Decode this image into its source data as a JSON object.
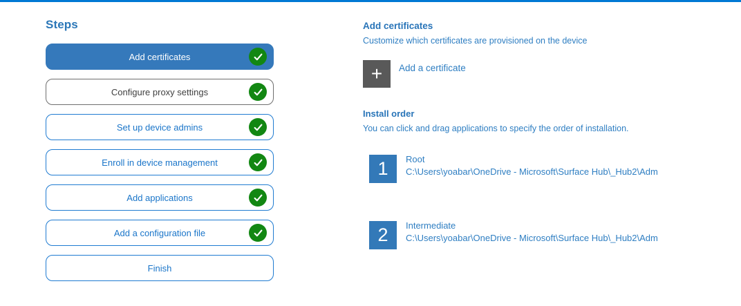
{
  "colors": {
    "top_bar": "#0078d4",
    "selected_step_bg": "#3579bb",
    "step_border_blue": "#1f7bd1",
    "check_green": "#128712",
    "plus_button_gray": "#595959",
    "number_box_blue": "#3379b8",
    "text_blue": "#2e7ec2"
  },
  "sidebar": {
    "title": "Steps",
    "steps": [
      {
        "label": "Add certificates",
        "completed": true,
        "state": "selected"
      },
      {
        "label": "Configure proxy settings",
        "completed": true,
        "state": "visited"
      },
      {
        "label": "Set up device admins",
        "completed": true,
        "state": "default"
      },
      {
        "label": "Enroll in device management",
        "completed": true,
        "state": "default"
      },
      {
        "label": "Add applications",
        "completed": true,
        "state": "default"
      },
      {
        "label": "Add a configuration file",
        "completed": true,
        "state": "default"
      },
      {
        "label": "Finish",
        "completed": false,
        "state": "default"
      }
    ]
  },
  "main": {
    "section_title": "Add certificates",
    "section_description": "Customize which certificates are provisioned on the device",
    "add_certificate_label": "Add a certificate",
    "plus_glyph": "+",
    "install_order": {
      "title": "Install order",
      "description": "You can click and drag applications to specify the order of installation.",
      "items": [
        {
          "number": "1",
          "name": "Root",
          "path": "C:\\Users\\yoabar\\OneDrive - Microsoft\\Surface Hub\\_Hub2\\Adm"
        },
        {
          "number": "2",
          "name": "Intermediate",
          "path": "C:\\Users\\yoabar\\OneDrive - Microsoft\\Surface Hub\\_Hub2\\Adm"
        }
      ]
    }
  }
}
